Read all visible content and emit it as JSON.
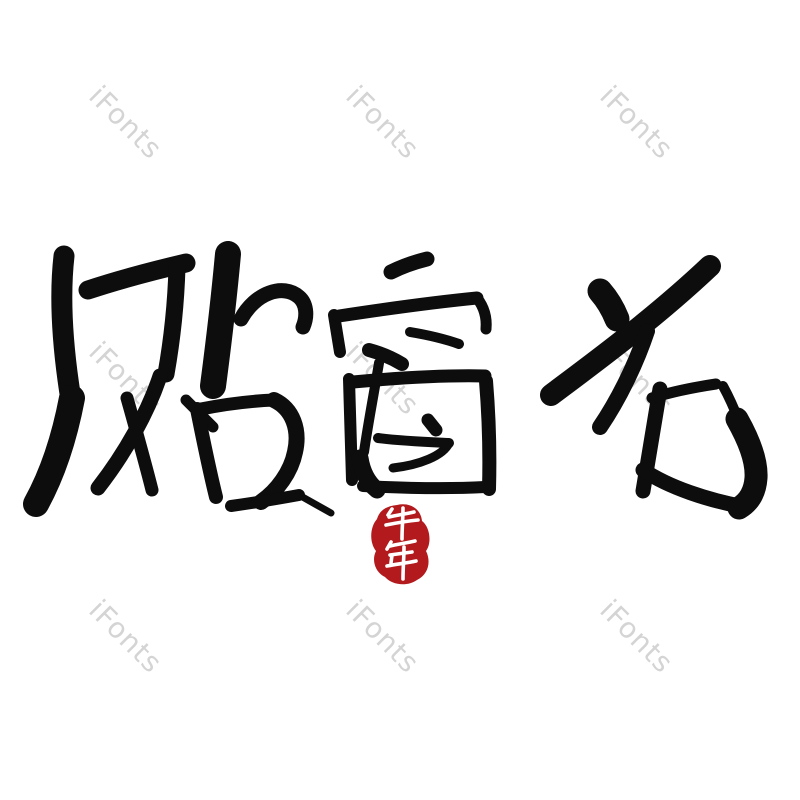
{
  "calligraphy": {
    "text": "贴窗花",
    "characters": [
      "贴",
      "窗",
      "花"
    ]
  },
  "seal": {
    "text": "牛年",
    "characters": [
      "牛",
      "年"
    ]
  },
  "watermark": {
    "text": "iFonts",
    "rotation_deg": 45,
    "rows": 3,
    "cols": 3,
    "count": 9
  },
  "colors": {
    "background": "#ffffff",
    "ink": "#0d0d0d",
    "seal_red": "#b21a1d",
    "seal_text": "#ffffff",
    "watermark": "#d4d4d4"
  }
}
